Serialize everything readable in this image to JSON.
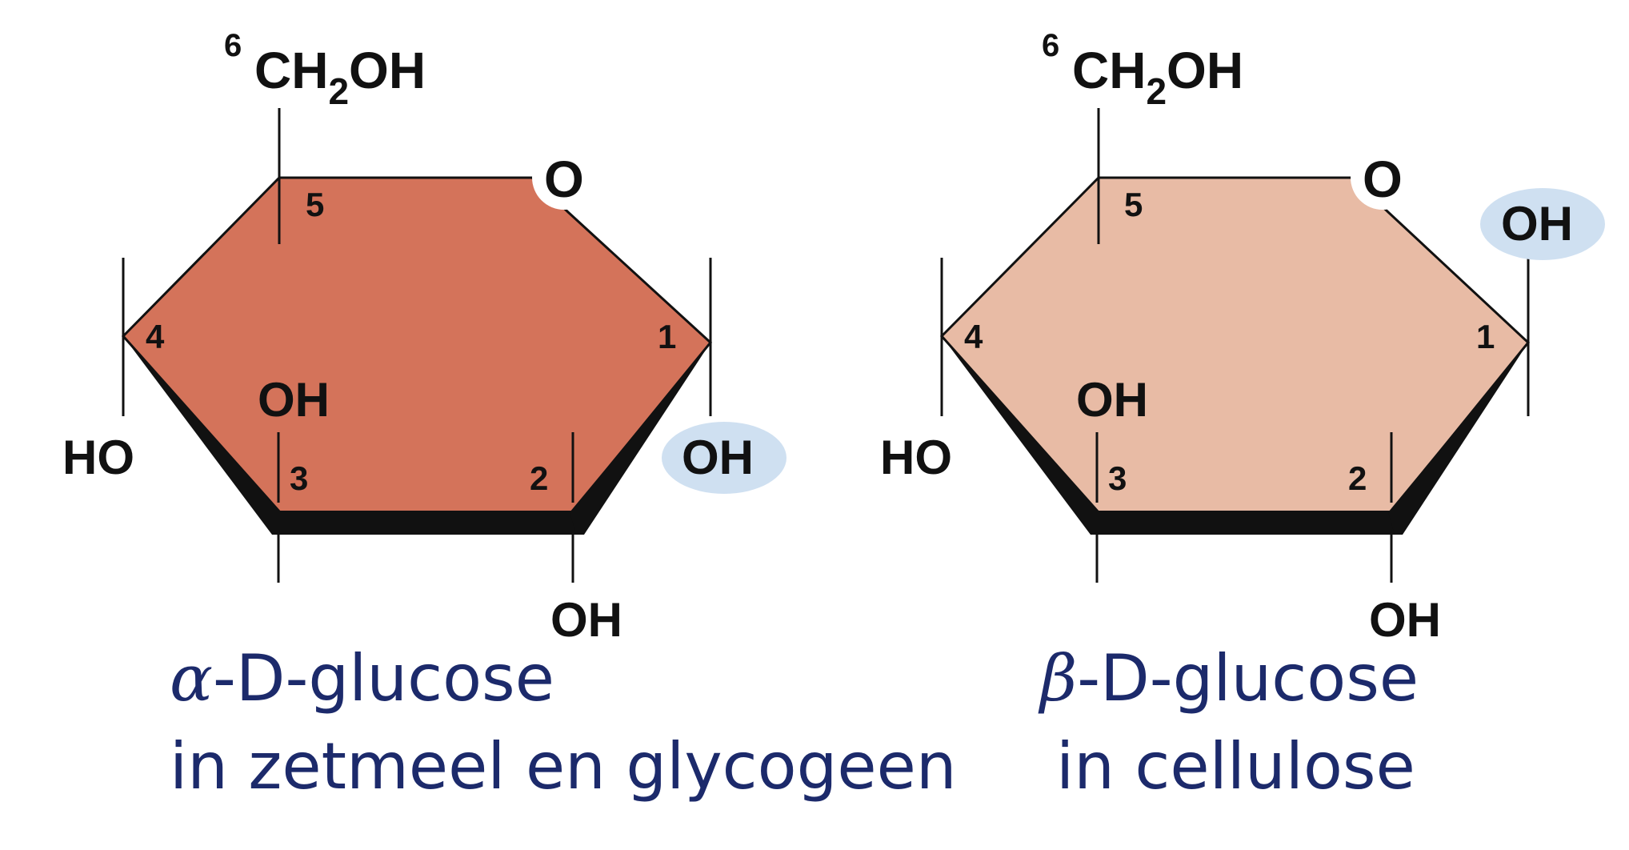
{
  "colors": {
    "alpha_ring_fill": "#d4735a",
    "beta_ring_fill": "#e8bba5",
    "highlight": "#cfe0f1",
    "caption_text": "#1c2a6b",
    "bond": "#111111"
  },
  "alpha": {
    "c6_label": "6",
    "ch2oh_ch": "CH",
    "ch2oh_sub": "2",
    "ch2oh_oh": "OH",
    "ring_oxygen": "O",
    "c1": "1",
    "c2": "2",
    "c3": "3",
    "c4": "4",
    "c5": "5",
    "c1_oh": "OH",
    "c2_oh": "OH",
    "c3_oh": "OH",
    "c4_ho": "HO",
    "caption_greek": "α",
    "caption_name": "-D-glucose",
    "caption_line2": "in zetmeel en glycogeen"
  },
  "beta": {
    "c6_label": "6",
    "ch2oh_ch": "CH",
    "ch2oh_sub": "2",
    "ch2oh_oh": "OH",
    "ring_oxygen": "O",
    "c1": "1",
    "c2": "2",
    "c3": "3",
    "c4": "4",
    "c5": "5",
    "c1_oh": "OH",
    "c2_oh": "OH",
    "c3_oh": "OH",
    "c4_ho": "HO",
    "caption_greek": "β",
    "caption_name": "-D-glucose",
    "caption_line2": "in cellulose"
  }
}
